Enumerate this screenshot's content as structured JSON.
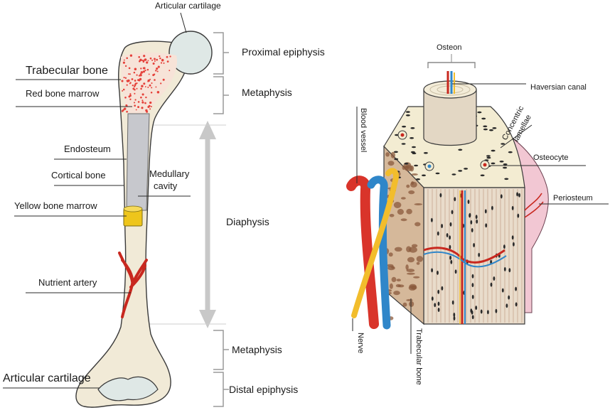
{
  "colors": {
    "bone": "#f1ead7",
    "bone_outline": "#3a3a3a",
    "cartilage": "#dfe8e6",
    "cavity": "#c7c8cd",
    "marrow_dots": "#e5413a",
    "yellow_marrow": "#eec51b",
    "artery": "#c8281f",
    "bracket": "#9a9a9a",
    "diaphysis_arrow": "#c8c8c8",
    "periosteum": "#f2c7d3",
    "vessel_red": "#d9342a",
    "vessel_blue": "#2f86c9",
    "nerve": "#f2bd2c",
    "trabecular_brown": "#8a5a3c"
  },
  "left_figure": {
    "labels": {
      "articular_cartilage_top": "Articular cartilage",
      "trabecular_bone": "Trabecular bone",
      "red_bone_marrow": "Red bone marrow",
      "endosteum": "Endosteum",
      "cortical_bone": "Cortical bone",
      "yellow_bone_marrow": "Yellow bone marrow",
      "nutrient_artery": "Nutrient artery",
      "articular_cartilage_bottom": "Articular cartilage",
      "medullary_cavity_line1": "Medullary",
      "medullary_cavity_line2": "cavity"
    },
    "regions": {
      "proximal_epiphysis": "Proximal epiphysis",
      "metaphysis_top": "Metaphysis",
      "diaphysis": "Diaphysis",
      "metaphysis_bottom": "Metaphysis",
      "distal_epiphysis": "Distal epiphysis"
    }
  },
  "right_figure": {
    "labels": {
      "osteon": "Osteon",
      "haversian_canal": "Haversian canal",
      "concentric_lamellae_line1": "Concentric",
      "concentric_lamellae_line2": "lamellae",
      "osteocyte": "Osteocyte",
      "periosteum": "Periosteum",
      "blood_vessel": "Blood vessel",
      "nerve": "Nerve",
      "trabecular_bone": "Trabecular bone"
    }
  }
}
